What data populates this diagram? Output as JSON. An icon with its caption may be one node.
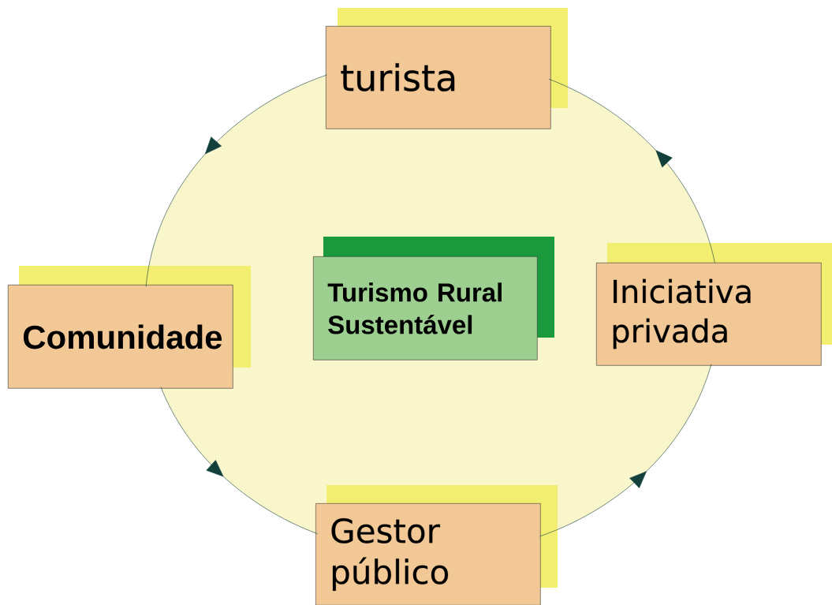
{
  "diagram": {
    "nodes": [
      {
        "text": [
          "turista"
        ]
      },
      {
        "text": [
          "Comunidade"
        ]
      },
      {
        "text": [
          "Turismo Rural Sustentável"
        ]
      },
      {
        "text": [
          "Iniciativa privada"
        ]
      },
      {
        "text": [
          "Gestor público"
        ]
      }
    ],
    "edges": [
      {
        "from": 0,
        "to": 1,
        "arrow": "to"
      },
      {
        "from": 1,
        "to": 4,
        "arrow": "to"
      },
      {
        "from": 4,
        "to": 3,
        "arrow": "to"
      },
      {
        "from": 3,
        "to": 0,
        "arrow": "to"
      }
    ]
  }
}
